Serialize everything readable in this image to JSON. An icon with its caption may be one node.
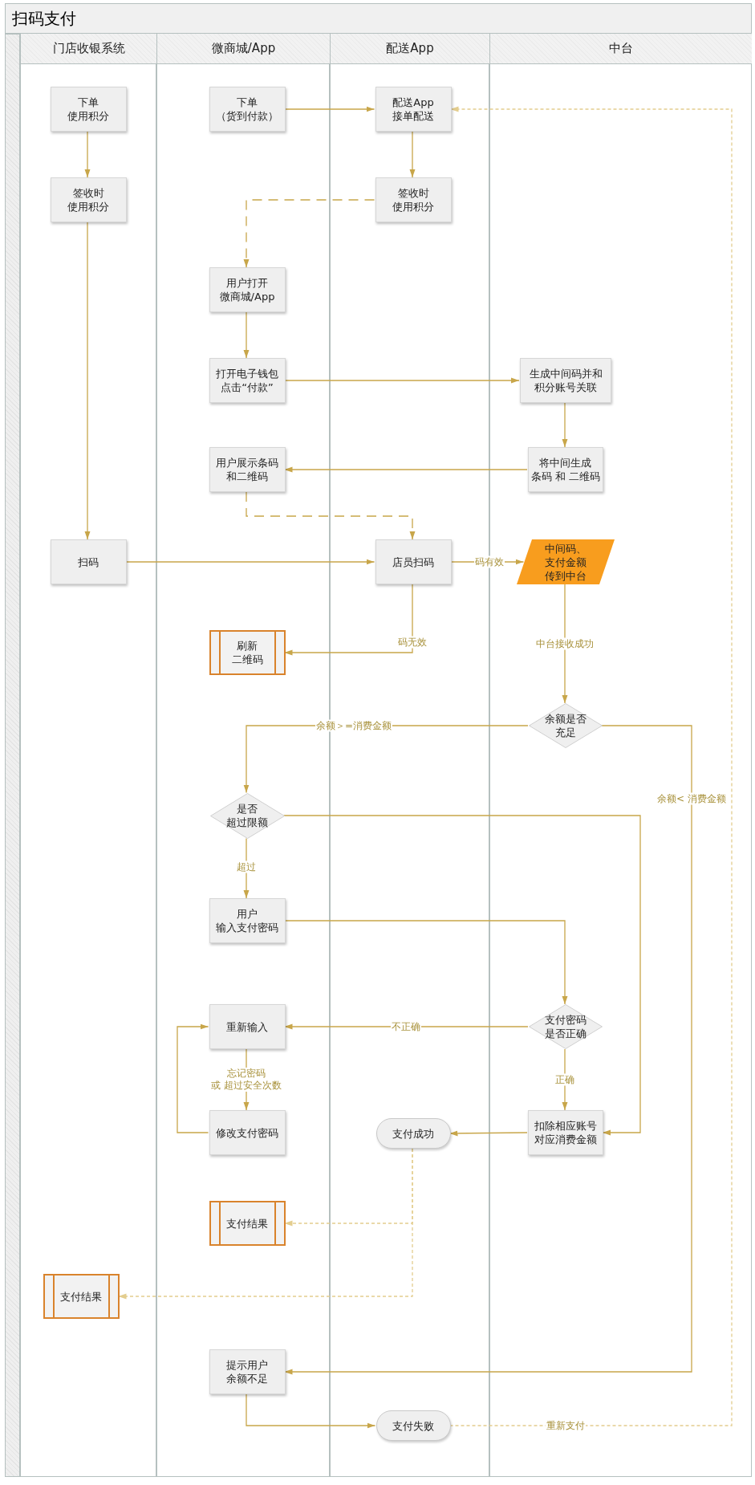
{
  "diagram": {
    "title": "扫码支付",
    "nodes": [
      {
        "text": [
          "门店收银系统"
        ]
      },
      {
        "text": [
          "微商城/App"
        ]
      },
      {
        "text": [
          "配送App"
        ]
      },
      {
        "text": [
          "中台"
        ]
      },
      {
        "text": [
          "下单使用积分"
        ],
        "in": 0
      },
      {
        "text": [
          "签收时使用积分"
        ],
        "in": 0
      },
      {
        "text": [
          "下单（货到付款）"
        ],
        "in": 1
      },
      {
        "text": [
          "配送App接单配送"
        ],
        "in": 2
      },
      {
        "text": [
          "签收时使用积分"
        ],
        "in": 2
      },
      {
        "text": [
          "用户打开微商城/App"
        ],
        "in": 1
      },
      {
        "text": [
          "打开电子钱包点击“付款”"
        ],
        "in": 1
      },
      {
        "text": [
          "生成中间码并和积分账号关联"
        ],
        "in": 3
      },
      {
        "text": [
          "用户展示条码和二维码"
        ],
        "in": 1
      },
      {
        "text": [
          "将中间生成条码 和 二维码"
        ],
        "in": 3
      },
      {
        "text": [
          "扫码"
        ],
        "in": 0
      },
      {
        "text": [
          "店员扫码"
        ],
        "in": 2
      },
      {
        "text": [
          "中间码、支付金额传到中台"
        ],
        "in": 3
      },
      {
        "text": [
          "刷新二维码"
        ],
        "in": 1
      },
      {
        "text": [
          "余额是否充足"
        ],
        "in": 3
      },
      {
        "text": [
          "是否超过限额"
        ],
        "in": 1
      },
      {
        "text": [
          "用户输入支付密码"
        ],
        "in": 1
      },
      {
        "text": [
          "支付密码是否正确"
        ],
        "in": 3
      },
      {
        "text": [
          "重新输入"
        ],
        "in": 1
      },
      {
        "text": [
          "修改支付密码"
        ],
        "in": 1
      },
      {
        "text": [
          "支付成功"
        ],
        "in": 2
      },
      {
        "text": [
          "扣除相应账号对应消费金额"
        ],
        "in": 3
      },
      {
        "text": [
          "支付结果"
        ],
        "in": 1
      },
      {
        "text": [
          "支付结果"
        ],
        "in": 0
      },
      {
        "text": [
          "提示用户余额不足"
        ],
        "in": 1
      },
      {
        "text": [
          "支付失败"
        ],
        "in": 2
      }
    ],
    "edges": [
      {
        "from": 4,
        "to": 5,
        "arrow": "to"
      },
      {
        "from": 5,
        "to": 14,
        "arrow": "to"
      },
      {
        "from": 6,
        "to": 7,
        "arrow": "to"
      },
      {
        "from": 7,
        "to": 8,
        "arrow": "to"
      },
      {
        "from": 8,
        "to": 9,
        "arrow": "to",
        "style": "dashed"
      },
      {
        "from": 9,
        "to": 10,
        "arrow": "to"
      },
      {
        "from": 10,
        "to": 11,
        "arrow": "to"
      },
      {
        "from": 11,
        "to": 13,
        "arrow": "to"
      },
      {
        "from": 13,
        "to": 12,
        "arrow": "to"
      },
      {
        "from": 12,
        "to": 15,
        "arrow": "to",
        "style": "dashed"
      },
      {
        "from": 14,
        "to": 15,
        "arrow": "to"
      },
      {
        "from": 15,
        "to": 16,
        "arrow": "to",
        "label": "码有效"
      },
      {
        "from": 15,
        "to": 17,
        "arrow": "to",
        "label": "码无效"
      },
      {
        "from": 16,
        "to": 18,
        "arrow": "to",
        "label": "中台接收成功"
      },
      {
        "from": 18,
        "to": 19,
        "arrow": "to",
        "label": "余额＞=消费金额"
      },
      {
        "from": 18,
        "to": 28,
        "arrow": "to",
        "label": "余额< 消费金额"
      },
      {
        "from": 19,
        "to": 20,
        "arrow": "to",
        "label": "超过"
      },
      {
        "from": 19,
        "to": 25,
        "arrow": "to"
      },
      {
        "from": 20,
        "to": 21,
        "arrow": "to"
      },
      {
        "from": 21,
        "to": 22,
        "arrow": "to",
        "label": "不正确"
      },
      {
        "from": 21,
        "to": 25,
        "arrow": "to",
        "label": "正确"
      },
      {
        "from": 22,
        "to": 23,
        "arrow": "to",
        "label": "忘记密码或 超过安全次数"
      },
      {
        "from": 23,
        "to": 22,
        "arrow": "to"
      },
      {
        "from": 25,
        "to": 24,
        "arrow": "to"
      },
      {
        "from": 24,
        "to": 26,
        "arrow": "to",
        "style": "dashed",
        "color": "#e3cd8e"
      },
      {
        "from": 24,
        "to": 27,
        "arrow": "to",
        "style": "dashed",
        "color": "#e3cd8e"
      },
      {
        "from": 28,
        "to": 29,
        "arrow": "to"
      },
      {
        "from": 29,
        "to": 7,
        "arrow": "to",
        "style": "dashed",
        "color": "#e3cd8e",
        "label": "重新支付"
      }
    ]
  }
}
